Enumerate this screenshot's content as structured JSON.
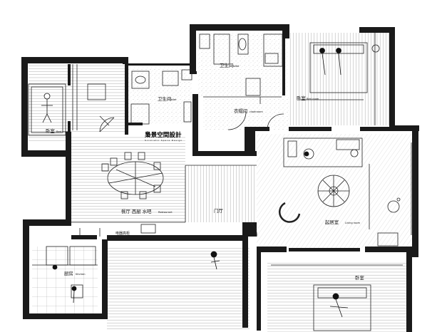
{
  "brand": {
    "name": "Sciolistic Space Design",
    "name_zh": "梟景空間設計"
  },
  "rooms": {
    "bedroom_left": {
      "zh": "卧室",
      "en": "Bed room"
    },
    "toilet_left": {
      "zh": "卫生间",
      "en": "Toilet"
    },
    "toilet_top": {
      "zh": "卫生间",
      "en": "Toilet"
    },
    "cloakroom": {
      "zh": "衣帽间",
      "en": "cloakroom"
    },
    "bedroom_top_right": {
      "zh": "卧室",
      "en": "Bed room"
    },
    "dining": {
      "zh": "餐厅  西厨  水吧",
      "en": "Restaurant"
    },
    "foyer": {
      "zh": "门厅",
      "en": ""
    },
    "living": {
      "zh": "起居室",
      "en": "Living room"
    },
    "appliance_cabinet": {
      "zh": "电器高柜",
      "en": ""
    },
    "kitchen": {
      "zh": "厨房",
      "en": "Kitchen"
    },
    "bedroom_bottom": {
      "zh": "卧室",
      "en": ""
    }
  },
  "colors": {
    "wall": "#1a1a1a",
    "line": "#222222",
    "background": "#ffffff"
  }
}
